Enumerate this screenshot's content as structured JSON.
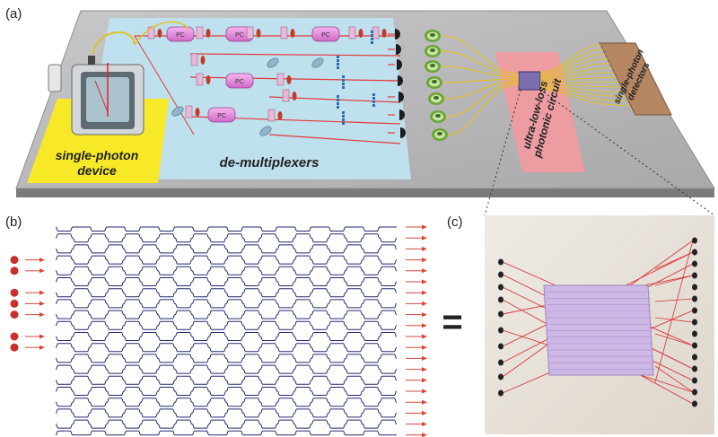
{
  "panels": {
    "a": {
      "label": "(a)"
    },
    "b": {
      "label": "(b)"
    },
    "c": {
      "label": "(c)"
    }
  },
  "setup": {
    "source_line1": "single-photon",
    "source_line2": "device",
    "demux": "de-multiplexers",
    "pc": "PC",
    "circuit_line1": "ultra-low-loss",
    "circuit_line2": "photonic circuit",
    "detectors_line1": "single-photon",
    "detectors_line2": "detectors"
  },
  "equals": "=",
  "interferometer": {
    "modes": 20,
    "layers": 20,
    "input_modes": [
      3,
      4,
      6,
      7,
      8,
      10,
      11
    ]
  },
  "colors": {
    "platform": "#b9b9bb",
    "yellow_pad": "#f7e928",
    "blue_pad": "#bfe3f1",
    "circuit_pad": "#f29aa0",
    "chip": "#7b6fb0",
    "detector_box": "#b48662",
    "fiber": "#e2c228",
    "waveguide": "#232a6e",
    "photon": "#c9302c",
    "arrow": "#d6453a",
    "chip_block": "#cdb8e6"
  }
}
